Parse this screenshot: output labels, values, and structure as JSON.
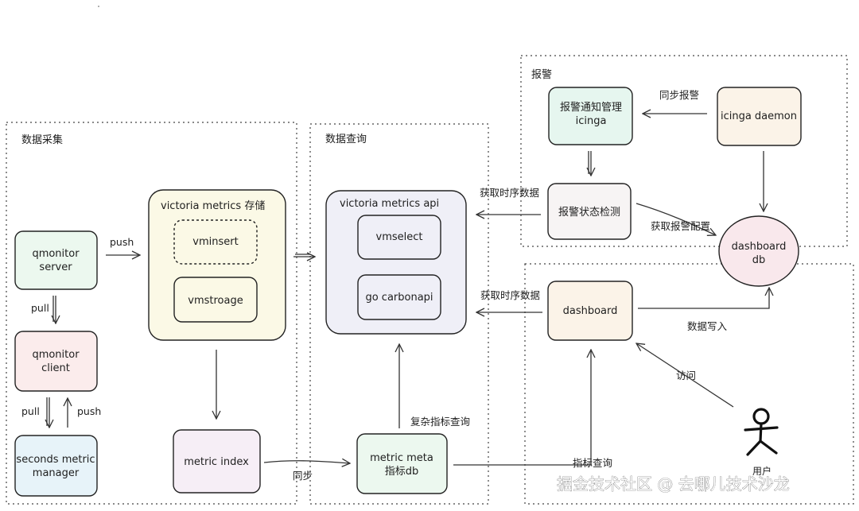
{
  "groups": {
    "collect": "数据采集",
    "query": "数据查询",
    "alert": "报警"
  },
  "nodes": {
    "qmonitor_server": [
      "qmonitor",
      "server"
    ],
    "qmonitor_client": [
      "qmonitor",
      "client"
    ],
    "seconds_metric_manager": [
      "seconds metric",
      "manager"
    ],
    "vm_storage": [
      "victoria metrics 存储"
    ],
    "vminsert": [
      "vminsert"
    ],
    "vmstroage": [
      "vmstroage"
    ],
    "metric_index": [
      "metric index"
    ],
    "vm_api": [
      "victoria metrics api"
    ],
    "vmselect": [
      "vmselect"
    ],
    "go_carbonapi": [
      "go carbonapi"
    ],
    "metric_meta": [
      "metric meta",
      "指标db"
    ],
    "alert_notify": [
      "报警通知管理",
      "icinga"
    ],
    "icinga_daemon": [
      "icinga daemon"
    ],
    "alert_check": [
      "报警状态检测"
    ],
    "dashboard_db": [
      "dashboard",
      "db"
    ],
    "dashboard": [
      "dashboard"
    ]
  },
  "edges": {
    "push1": "push",
    "pull1": "pull",
    "pull2": "pull",
    "push2": "push",
    "sync": "同步",
    "complex_query": "复杂指标查询",
    "sync_alert": "同步报警",
    "fetch_ts_1": "获取时序数据",
    "fetch_alert_cfg": "获取报警配置",
    "fetch_ts_2": "获取时序数据",
    "data_write": "数据写入",
    "visit": "访问",
    "metric_query": "指标查询"
  },
  "user_label": "用户",
  "watermark": "掘金技术社区 @ 去哪儿技术沙龙",
  "colors": {
    "green": "#ecf8ef",
    "pink": "#fbecec",
    "blue": "#e7f3f9",
    "yellow": "#fbf9e6",
    "purple": "#f6eef6",
    "lavender": "#efeff7",
    "peach": "#fbf3e8",
    "rose": "#f9e8ec"
  }
}
